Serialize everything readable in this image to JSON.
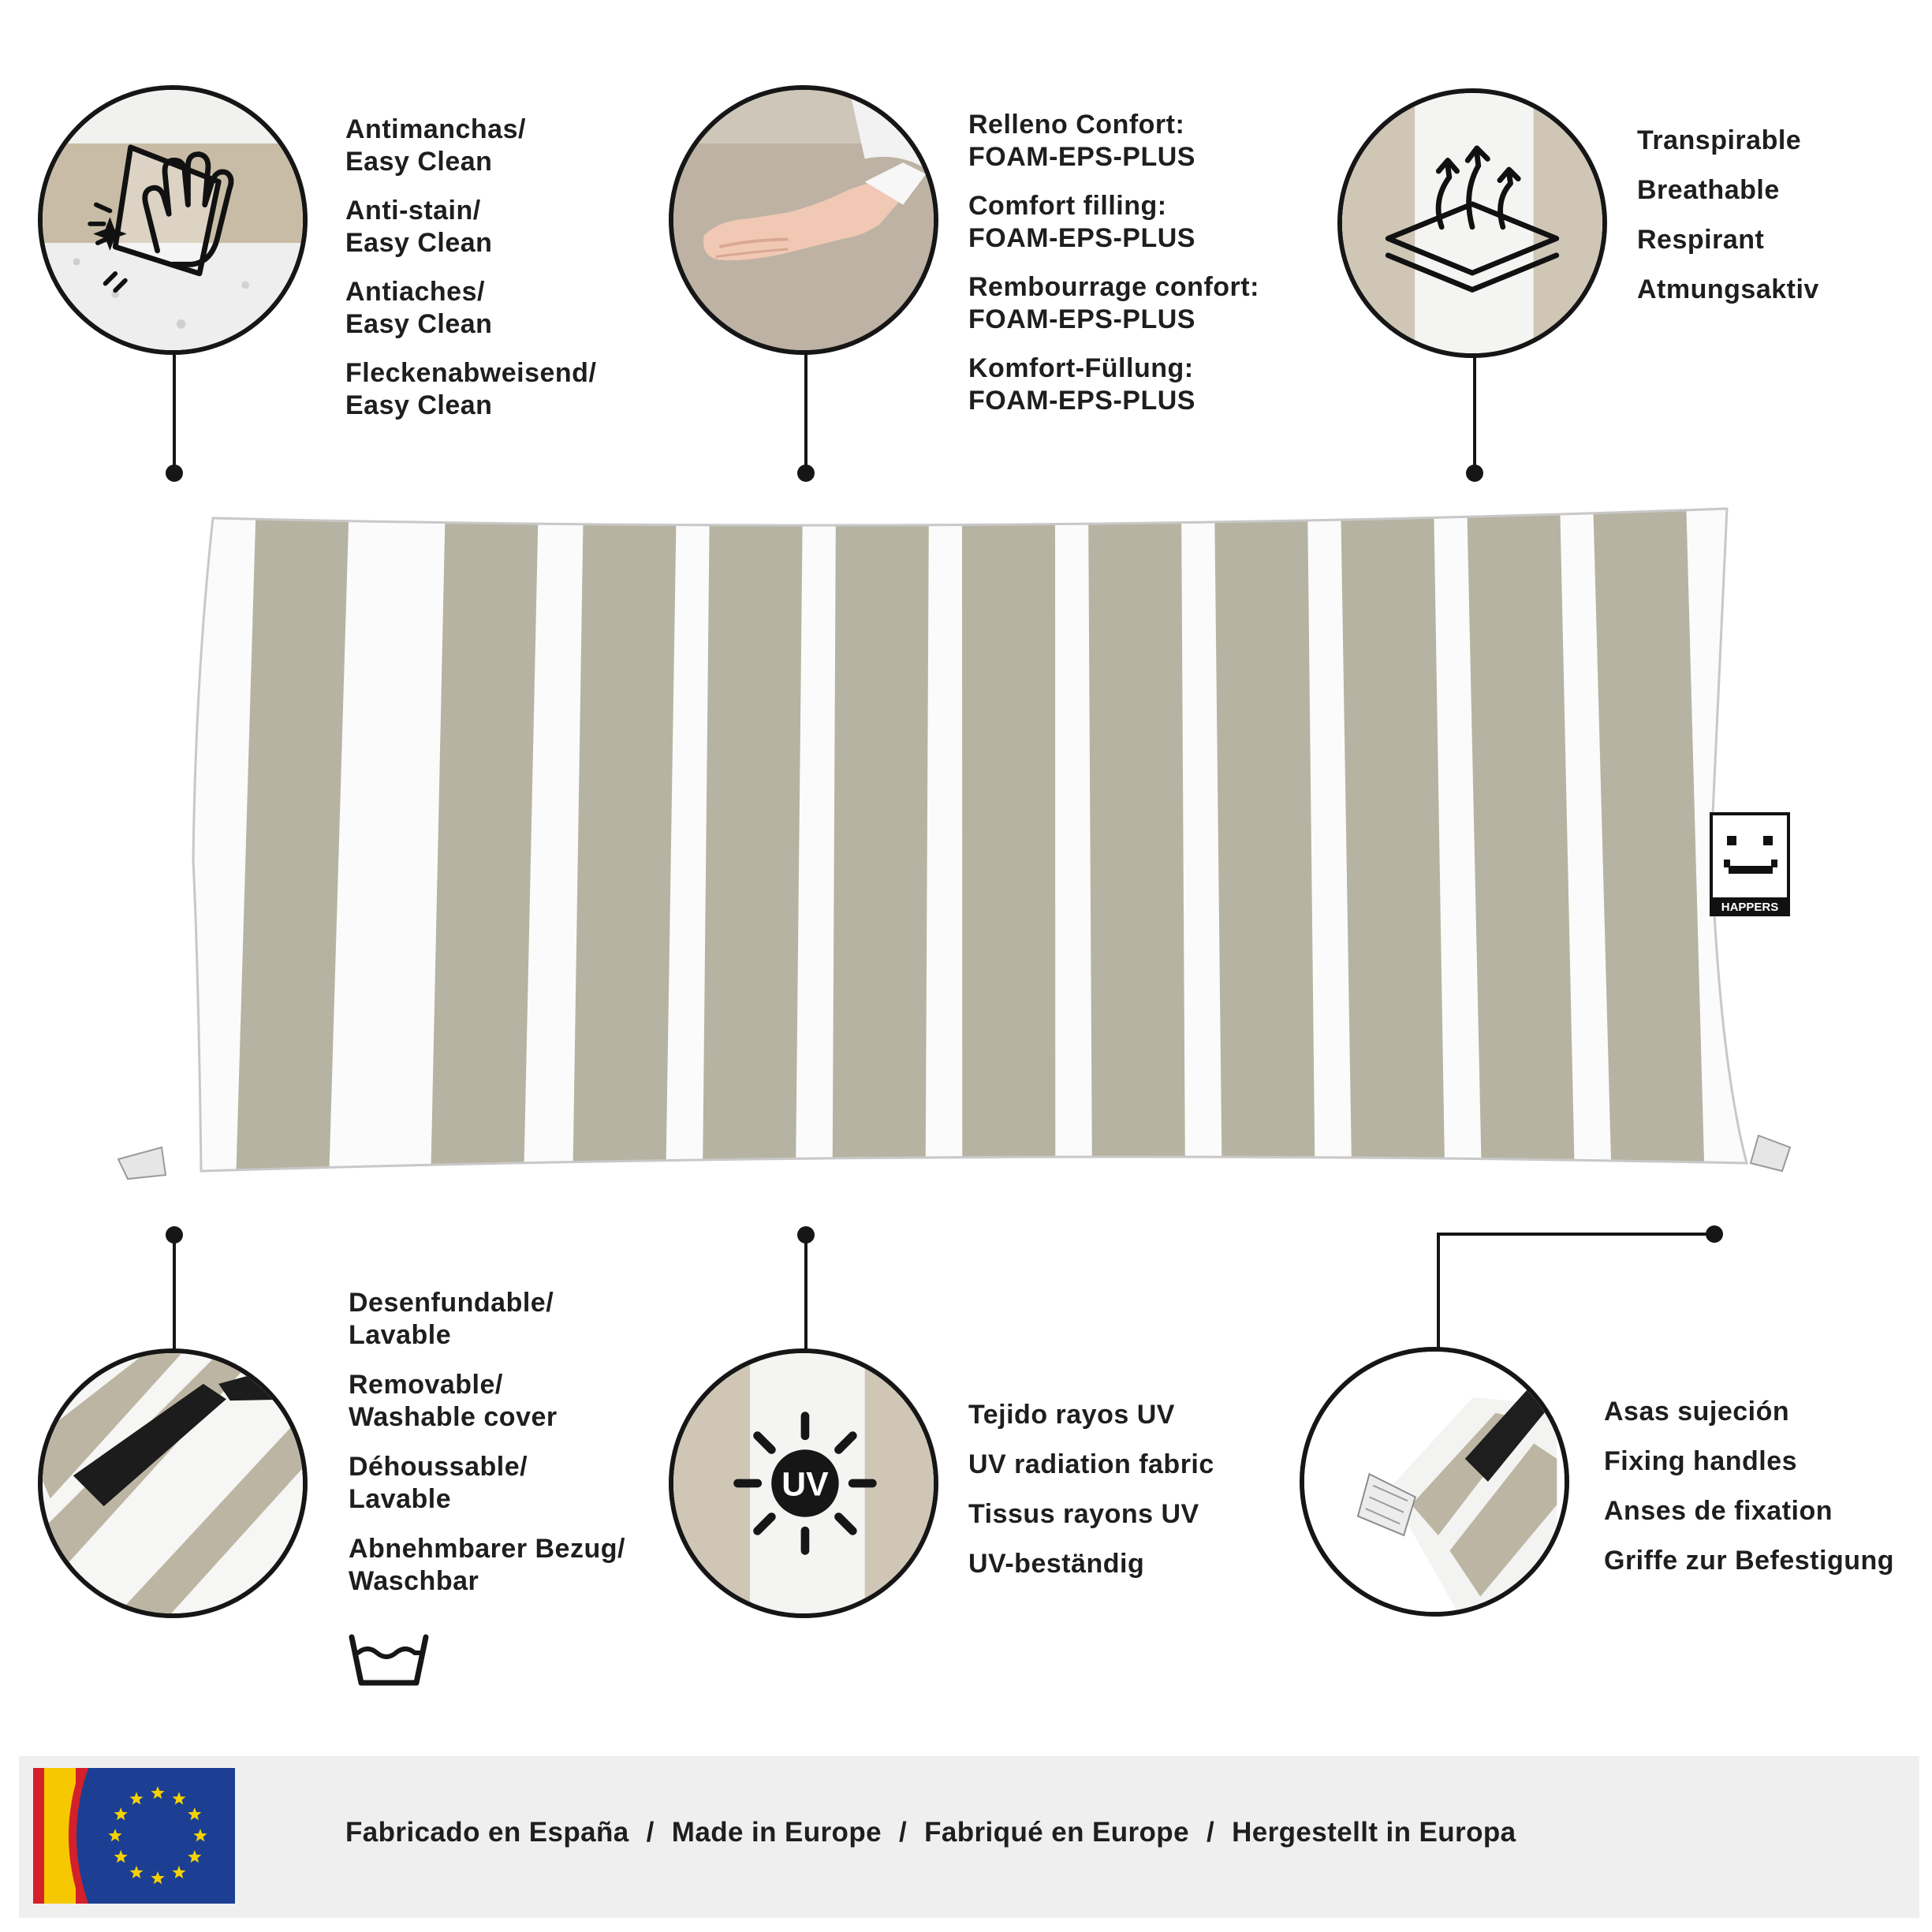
{
  "colors": {
    "stripe": "#b7b3a2",
    "white": "#fbfbfb",
    "ink": "#161616",
    "footer_bg": "#efefef"
  },
  "features_top": [
    {
      "id": "stain",
      "icon": "hand-wiping-icon",
      "lines": [
        [
          "Antimanchas/",
          "Easy Clean"
        ],
        [
          "Anti-stain/",
          "Easy Clean"
        ],
        [
          "Antiaches/",
          "Easy Clean"
        ],
        [
          "Fleckenabweisend/",
          "Easy Clean"
        ]
      ]
    },
    {
      "id": "filling",
      "icon": "hand-pressing-icon",
      "lines": [
        [
          "Relleno Confort:",
          "FOAM-EPS-PLUS"
        ],
        [
          "Comfort filling:",
          "FOAM-EPS-PLUS"
        ],
        [
          "Rembourrage confort:",
          "FOAM-EPS-PLUS"
        ],
        [
          "Komfort-Füllung:",
          "FOAM-EPS-PLUS"
        ]
      ]
    },
    {
      "id": "breathable",
      "icon": "breathable-layers-icon",
      "lines": [
        [
          "Transpirable"
        ],
        [
          "Breathable"
        ],
        [
          "Respirant"
        ],
        [
          "Atmungsaktiv"
        ]
      ]
    }
  ],
  "features_bottom": [
    {
      "id": "removable",
      "icon": "zipper-cover-icon",
      "lines": [
        [
          "Desenfundable/",
          "Lavable"
        ],
        [
          "Removable/",
          "Washable cover"
        ],
        [
          "Déhoussable/",
          "Lavable"
        ],
        [
          "Abnehmbarer Bezug/",
          "Waschbar"
        ]
      ],
      "extra_icon": "washing-tub-icon"
    },
    {
      "id": "uv",
      "icon": "uv-sun-icon",
      "uv_text": "UV",
      "lines": [
        [
          "Tejido rayos UV"
        ],
        [
          "UV radiation fabric"
        ],
        [
          "Tissus rayons UV"
        ],
        [
          "UV-beständig"
        ]
      ]
    },
    {
      "id": "handles",
      "icon": "fixing-handle-icon",
      "lines": [
        [
          "Asas sujeción"
        ],
        [
          "Fixing handles"
        ],
        [
          "Anses de fixation"
        ],
        [
          "Griffe zur Befestigung"
        ]
      ]
    }
  ],
  "brand_tag": "HAPPERS",
  "footer": {
    "items": [
      "Fabricado en España",
      "Made in Europe",
      "Fabriqué en Europe",
      "Hergestellt in Europa"
    ],
    "separator": "/"
  }
}
